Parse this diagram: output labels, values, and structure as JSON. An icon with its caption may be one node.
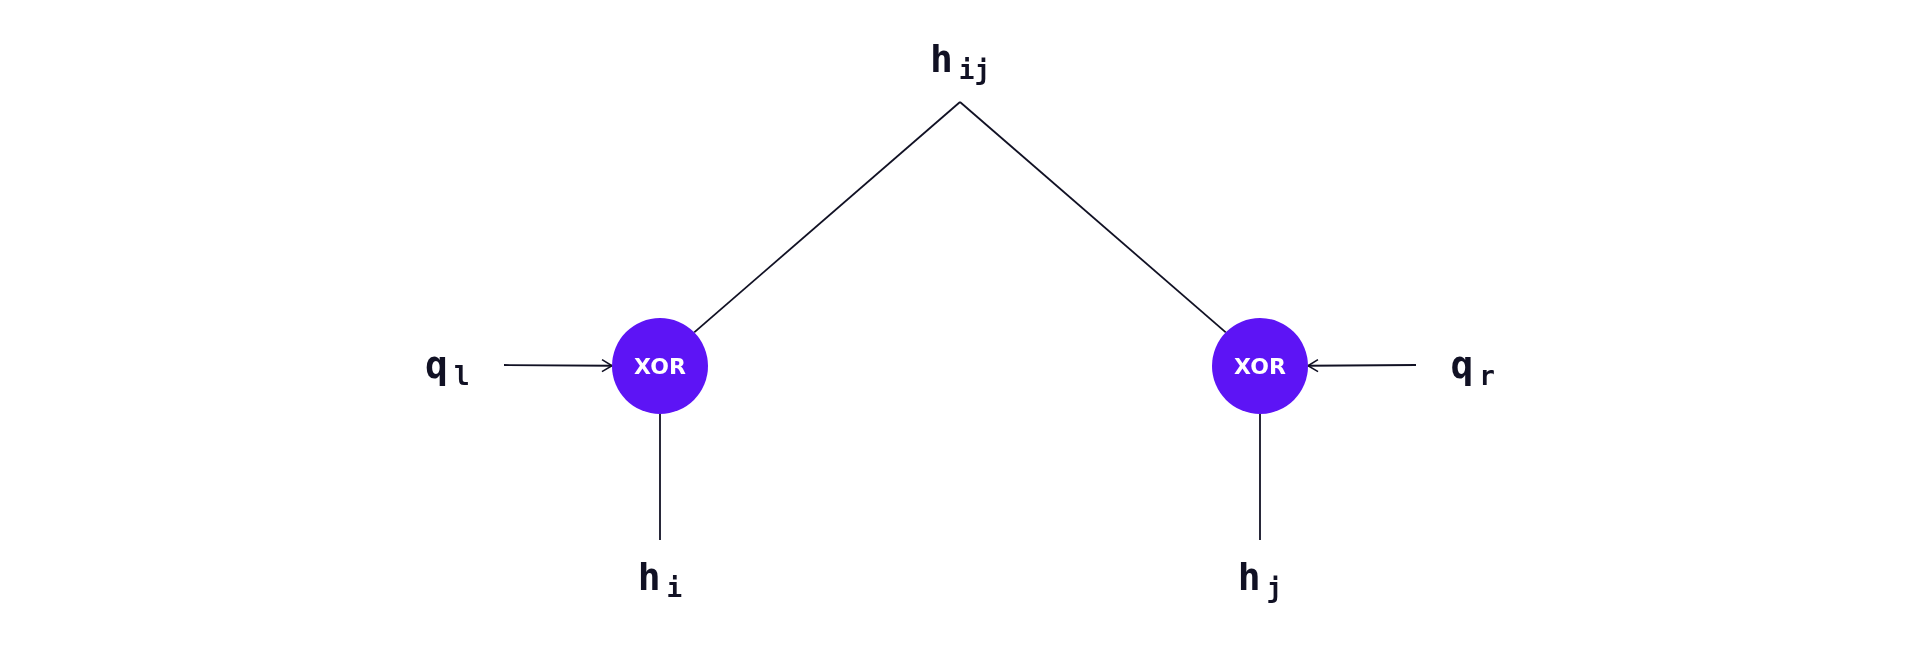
{
  "diagram": {
    "nodes": [
      {
        "text": [
          "h$_{ij}$"
        ]
      },
      {
        "text": [
          "q$_{l}$"
        ]
      },
      {
        "text": [
          "XOR"
        ]
      },
      {
        "text": [
          "XOR"
        ]
      },
      {
        "text": [
          "q$_{r}$"
        ]
      },
      {
        "text": [
          "h$_{i}$"
        ]
      },
      {
        "text": [
          "h$_{j}$"
        ]
      }
    ],
    "edges": [
      {
        "from": 2,
        "to": 0,
        "arrow": "none"
      },
      {
        "from": 3,
        "to": 0,
        "arrow": "none"
      },
      {
        "from": 1,
        "to": 2,
        "arrow": "to"
      },
      {
        "from": 4,
        "to": 3,
        "arrow": "to"
      },
      {
        "from": 5,
        "to": 2,
        "arrow": "none"
      },
      {
        "from": 6,
        "to": 3,
        "arrow": "none"
      }
    ]
  }
}
